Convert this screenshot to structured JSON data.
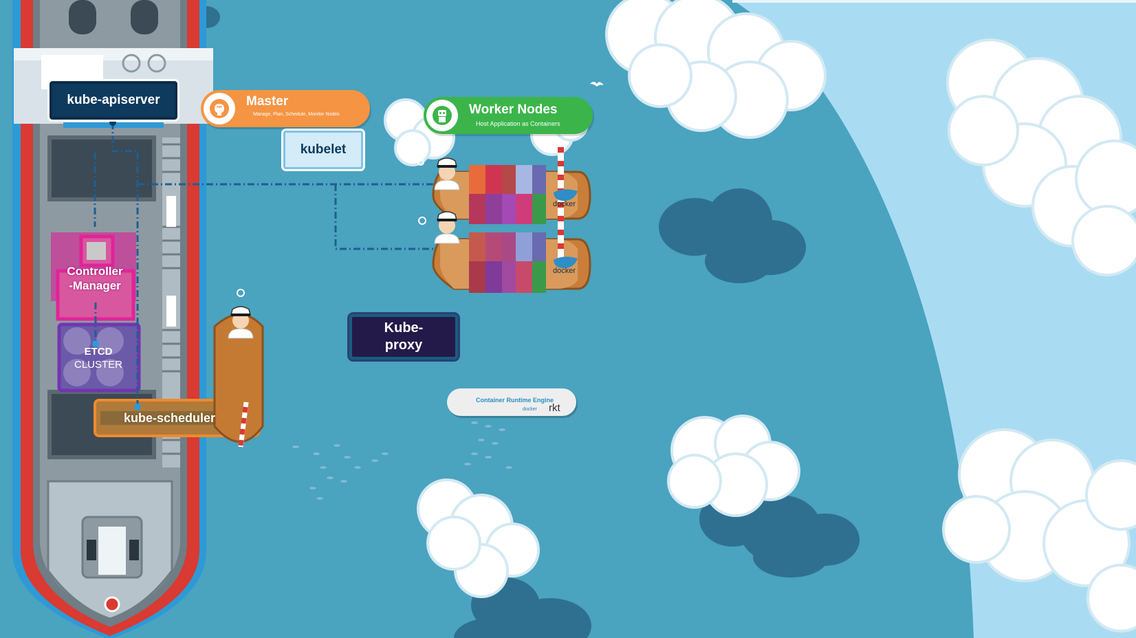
{
  "labels": {
    "apiserver": "kube-apiserver",
    "master_title": "Master",
    "master_subtitle": "Manage, Plan, Schedule, Monitor Nodes",
    "workers_title": "Worker Nodes",
    "workers_subtitle": "Host Application as Containers",
    "kubelet": "kubelet",
    "kube_proxy_line1": "Kube-",
    "kube_proxy_line2": "proxy",
    "controller_line1": "Controller",
    "controller_line2": "-Manager",
    "etcd_line1": "ETCD",
    "etcd_line2": "CLUSTER",
    "scheduler": "kube-scheduler",
    "cre_title": "Container Runtime Engine",
    "cre_docker": "docker",
    "cre_rkt": "rkt",
    "docker_tag": "docker"
  },
  "colors": {
    "sea": "#4aa3bf",
    "sky": "#a9dcf2",
    "cloud_shadow": "#2f7090",
    "ship_hull": "#d93a32",
    "ship_deck": "#3b4a55",
    "master_orange": "#f59443",
    "worker_green": "#3bb54a",
    "apiserver_navy": "#0e3a5e",
    "controller_magenta": "#d01f86",
    "etcd_purple": "#6e3fa3",
    "scheduler_orange": "#f08a2d"
  },
  "icons": [
    "brain-icon",
    "robot-icon",
    "captain-icon",
    "docker-whale-icon",
    "seagull-icon"
  ]
}
